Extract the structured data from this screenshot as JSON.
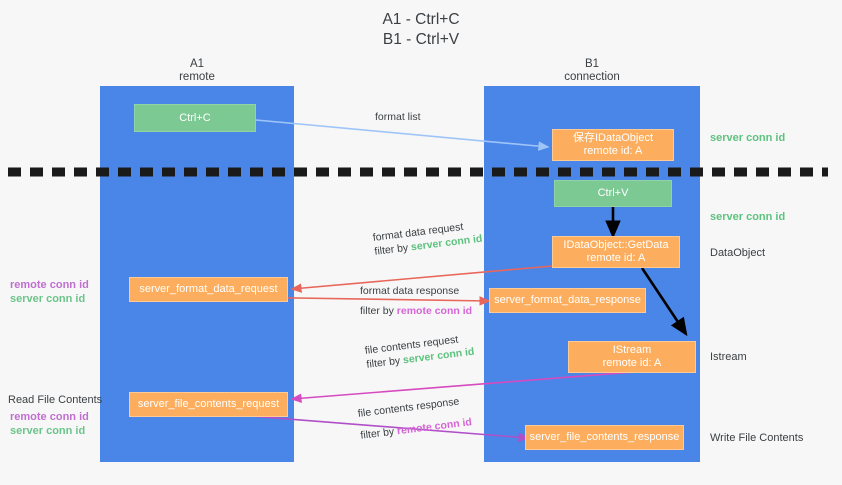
{
  "title": {
    "line1": "A1 - Ctrl+C",
    "line2": "B1 - Ctrl+V"
  },
  "lanes": [
    {
      "name": "A1",
      "sub": "remote"
    },
    {
      "name": "B1",
      "sub": "connection"
    }
  ],
  "nodes": {
    "ctrl_c": {
      "label": "Ctrl+C"
    },
    "ctrl_v": {
      "label": "Ctrl+V"
    },
    "data_object_set": {
      "line1": "保存IDataObject",
      "line2": "remote id: A"
    },
    "get_data": {
      "line1": "IDataObject::GetData",
      "line2": "remote id: A"
    },
    "istream": {
      "line1": "IStream",
      "line2": "remote id: A"
    },
    "server_format_data_request": {
      "label": "server_format_data_request"
    },
    "server_format_data_response": {
      "label": "server_format_data_response"
    },
    "server_file_contents_request": {
      "label": "server_file_contents_request"
    },
    "server_file_contents_response": {
      "label": "server_file_contents_response"
    }
  },
  "edges": {
    "format_list": {
      "label": "format list"
    },
    "format_data_request": {
      "label": "format data request",
      "filter_prefix": "filter by ",
      "filter_value": "server conn id"
    },
    "format_data_response": {
      "label": "format data response",
      "filter_prefix": "filter by ",
      "filter_value": "remote conn id"
    },
    "file_contents_request": {
      "label": "file contents request",
      "filter_prefix": "filter by ",
      "filter_value": "server conn id"
    },
    "file_contents_response": {
      "label": "file contents response",
      "filter_prefix": "filter by ",
      "filter_value": "remote conn id"
    }
  },
  "right_labels": {
    "server_conn_id_top": "server conn id",
    "server_conn_id_mid": "server conn id",
    "data_object": "DataObject",
    "istream": "Istream",
    "write_file_contents": "Write File Contents"
  },
  "left_labels": {
    "conn_remote_1": "remote conn id",
    "conn_server_1": "server conn id",
    "read_file_contents": "Read File Contents",
    "conn_remote_2": "remote conn id",
    "conn_server_2": "server conn id"
  },
  "colors": {
    "lane": "#4a86e8",
    "green_node": "#7dc994",
    "orange_node": "#fcae5e",
    "light_blue_arrow": "#9fc5f8",
    "red_arrow": "#e8675a",
    "magenta_arrow": "#d64bc0",
    "purple_arrow": "#b050c8",
    "black_arrow": "#000000",
    "green_text": "#5ec27f",
    "magenta_text": "#d664d6",
    "remote_conn_text": "#c06fd0"
  }
}
